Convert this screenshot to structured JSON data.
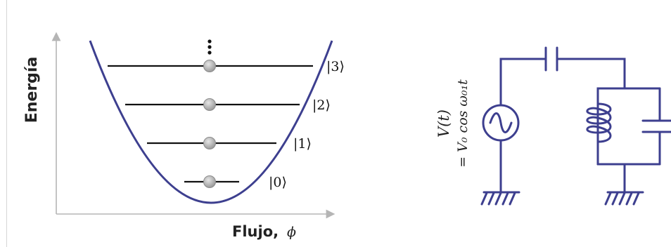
{
  "energy_diagram": {
    "y_axis_label": "Energía",
    "x_axis_label": "Flujo,",
    "x_axis_symbol": "ϕ",
    "ellipsis": "⋮",
    "levels": [
      {
        "ket": "|0⟩"
      },
      {
        "ket": "|1⟩"
      },
      {
        "ket": "|2⟩"
      },
      {
        "ket": "|3⟩"
      }
    ]
  },
  "circuit": {
    "source_label_line1": "V(t)",
    "source_label_line2": "= V₀ cos ω₀₁t"
  },
  "colors": {
    "potential_curve": "#3d3f8f",
    "circuit_wire": "#3d3f8f",
    "axis": "#b5b5b5",
    "level_line": "#111111",
    "state_dot": "#a9a9a9"
  }
}
